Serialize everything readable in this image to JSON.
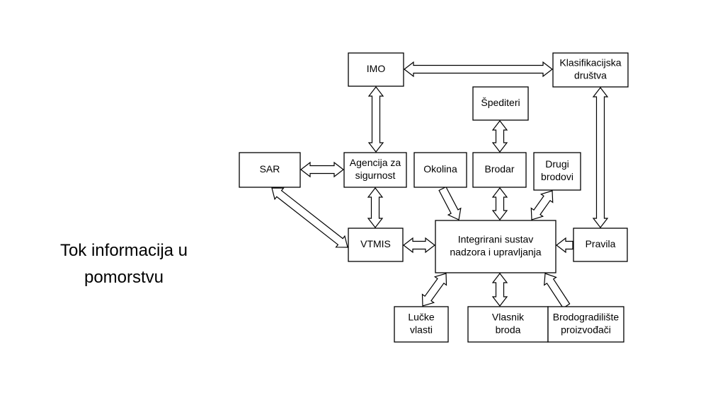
{
  "slide": {
    "title_line1": "Tok informacija u",
    "title_line2": "pomorstvu"
  },
  "diagram": {
    "nodes": {
      "imo": [
        "IMO"
      ],
      "klasifikacijska": [
        "Klasifikacijska",
        "društva"
      ],
      "spediteri": [
        "Špediteri"
      ],
      "sar": [
        "SAR"
      ],
      "agencija": [
        "Agencija za",
        "sigurnost"
      ],
      "okolina": [
        "Okolina"
      ],
      "brodar": [
        "Brodar"
      ],
      "drugi": [
        "Drugi",
        "brodovi"
      ],
      "vtmis": [
        "VTMIS"
      ],
      "integrirani": [
        "Integrirani sustav",
        "nadzora i upravljanja"
      ],
      "pravila": [
        "Pravila"
      ],
      "lucke": [
        "Lučke",
        "vlasti"
      ],
      "vlasnik": [
        "Vlasnik",
        "broda"
      ],
      "brodogradiliste": [
        "Brodogradilište",
        "proizvođači"
      ]
    },
    "edges": [
      {
        "from": "imo",
        "to": "klasifikacijska",
        "type": "bidirectional"
      },
      {
        "from": "imo",
        "to": "agencija",
        "type": "bidirectional"
      },
      {
        "from": "klasifikacijska",
        "to": "pravila",
        "type": "bidirectional"
      },
      {
        "from": "spediteri",
        "to": "brodar",
        "type": "bidirectional"
      },
      {
        "from": "sar",
        "to": "agencija",
        "type": "bidirectional"
      },
      {
        "from": "sar",
        "to": "vtmis",
        "type": "bidirectional"
      },
      {
        "from": "agencija",
        "to": "vtmis",
        "type": "bidirectional"
      },
      {
        "from": "okolina",
        "to": "integrirani",
        "type": "directed"
      },
      {
        "from": "brodar",
        "to": "integrirani",
        "type": "bidirectional"
      },
      {
        "from": "drugi",
        "to": "integrirani",
        "type": "bidirectional"
      },
      {
        "from": "vtmis",
        "to": "integrirani",
        "type": "bidirectional"
      },
      {
        "from": "pravila",
        "to": "integrirani",
        "type": "directed"
      },
      {
        "from": "integrirani",
        "to": "lucke",
        "type": "bidirectional"
      },
      {
        "from": "integrirani",
        "to": "vlasnik",
        "type": "bidirectional"
      },
      {
        "from": "brodogradiliste",
        "to": "integrirani",
        "type": "directed"
      }
    ]
  }
}
